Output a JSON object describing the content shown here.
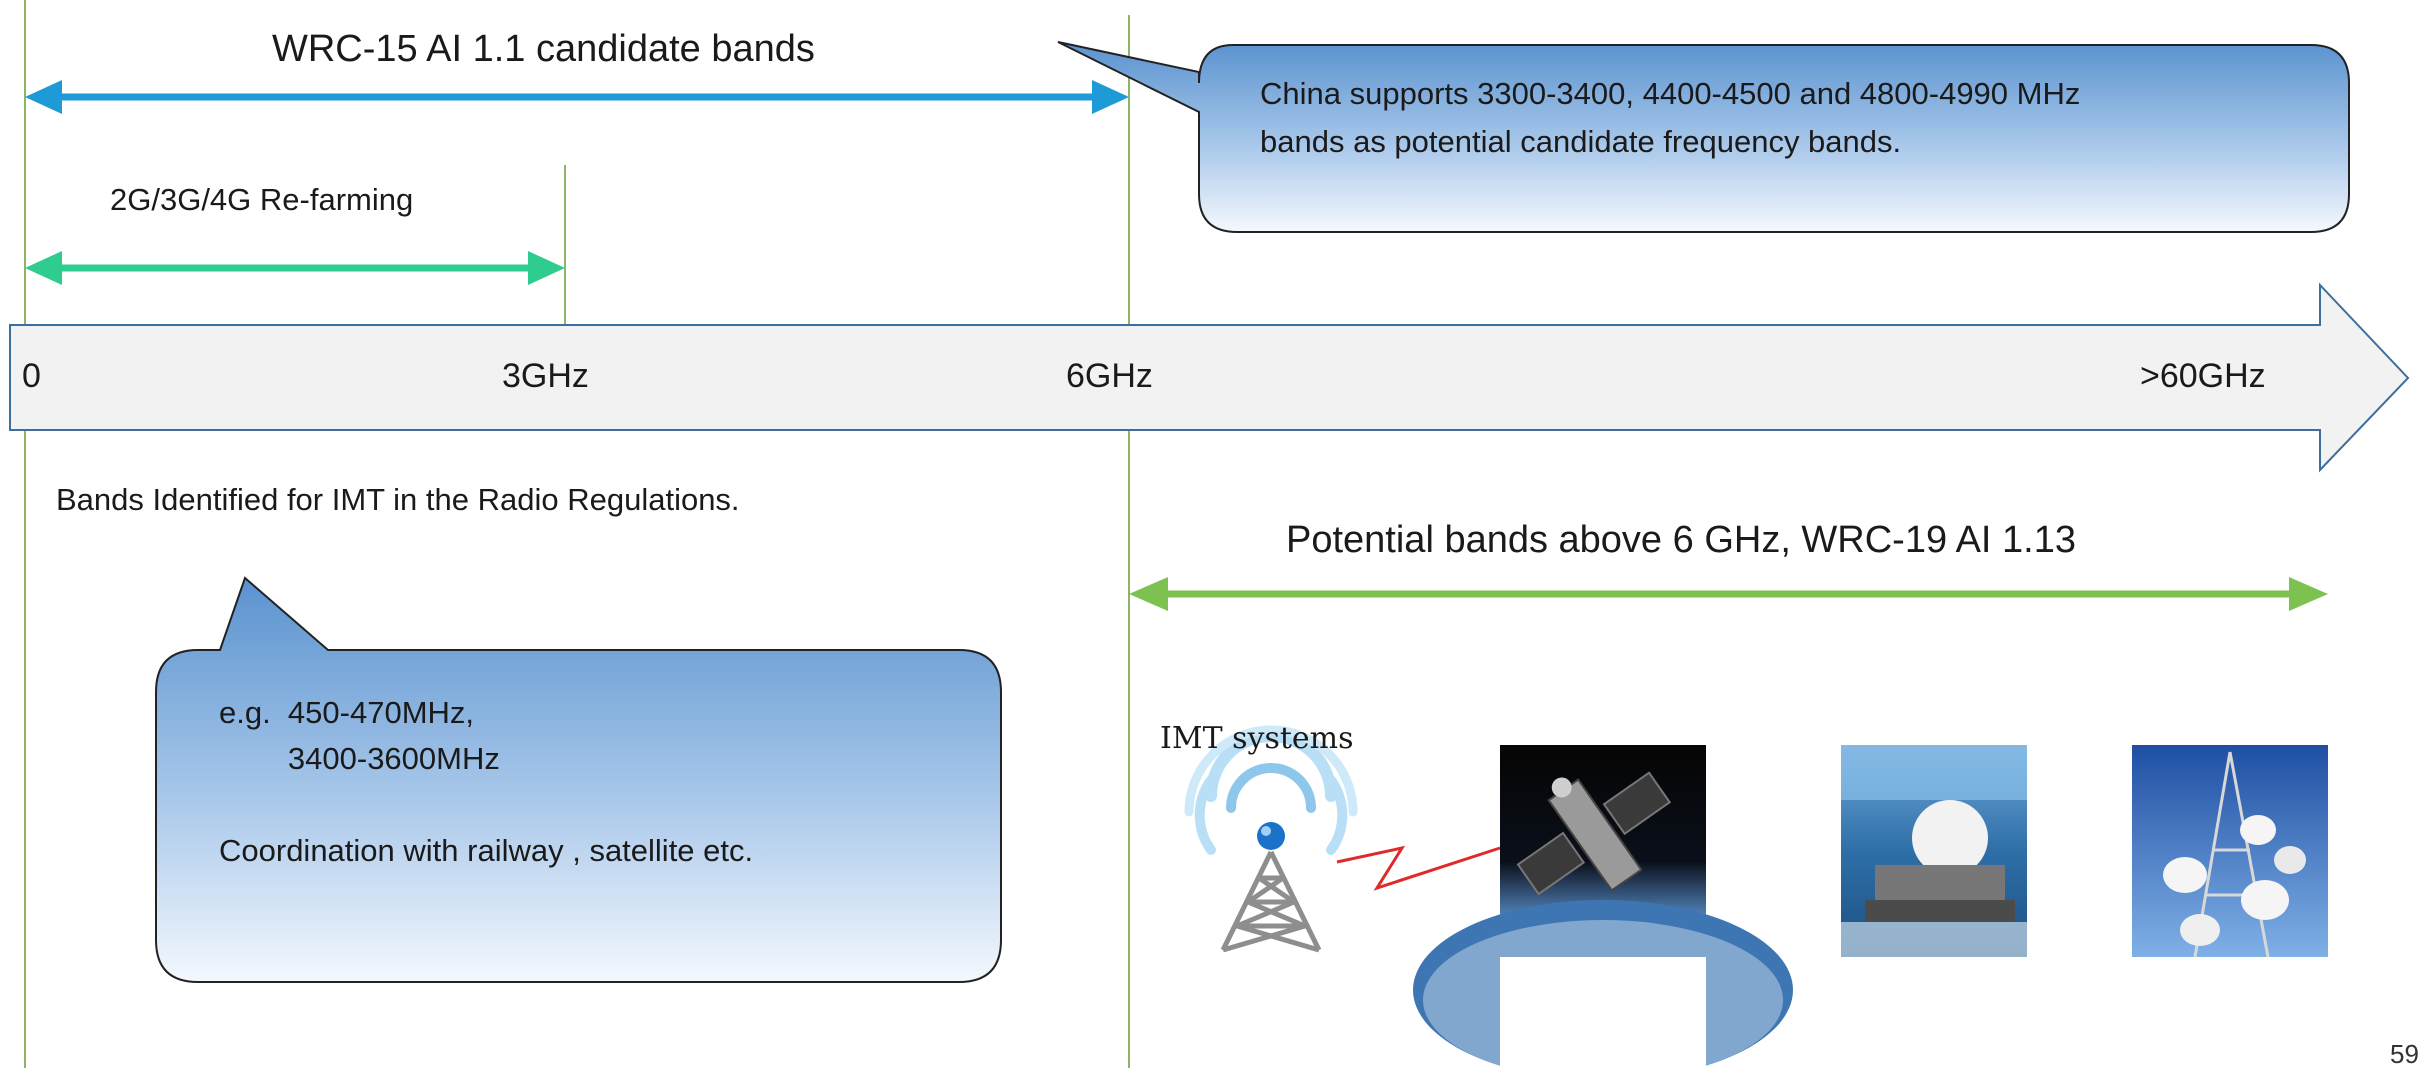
{
  "title_wrc15": "WRC-15 AI 1.1 candidate bands",
  "refarming_label": "2G/3G/4G Re-farming",
  "axis": {
    "tick_0": "0",
    "tick_3ghz": "3GHz",
    "tick_6ghz": "6GHz",
    "tick_60ghz": ">60GHz"
  },
  "bands_identified": "Bands Identified for IMT in the Radio Regulations.",
  "wrc19_label": "Potential bands above 6 GHz,  WRC-19 AI 1.13",
  "callout_china": "China supports 3300-3400, 4400-4500 and 4800-4990 MHz\nbands as potential candidate frequency bands.",
  "callout_examples": "e.g.  450-470MHz,\n        3400-3600MHz\n\nCoordination with railway , satellite etc.",
  "imt_systems_label": "IMT systems",
  "page_number": "59",
  "colors": {
    "blue_arrow": "#1E9AD6",
    "teal_arrow": "#2ECC8F",
    "green_arrow": "#7DC251",
    "guide_line": "#8DB56A",
    "callout_top": "#5A92CF",
    "callout_bottom": "#F4F8FD",
    "axis_arrow_fill": "#F2F2F2",
    "axis_arrow_stroke": "#3E6E9E"
  },
  "icons": [
    "antenna-tower-icon",
    "signal-wave-icon",
    "lightning-link-icon"
  ]
}
